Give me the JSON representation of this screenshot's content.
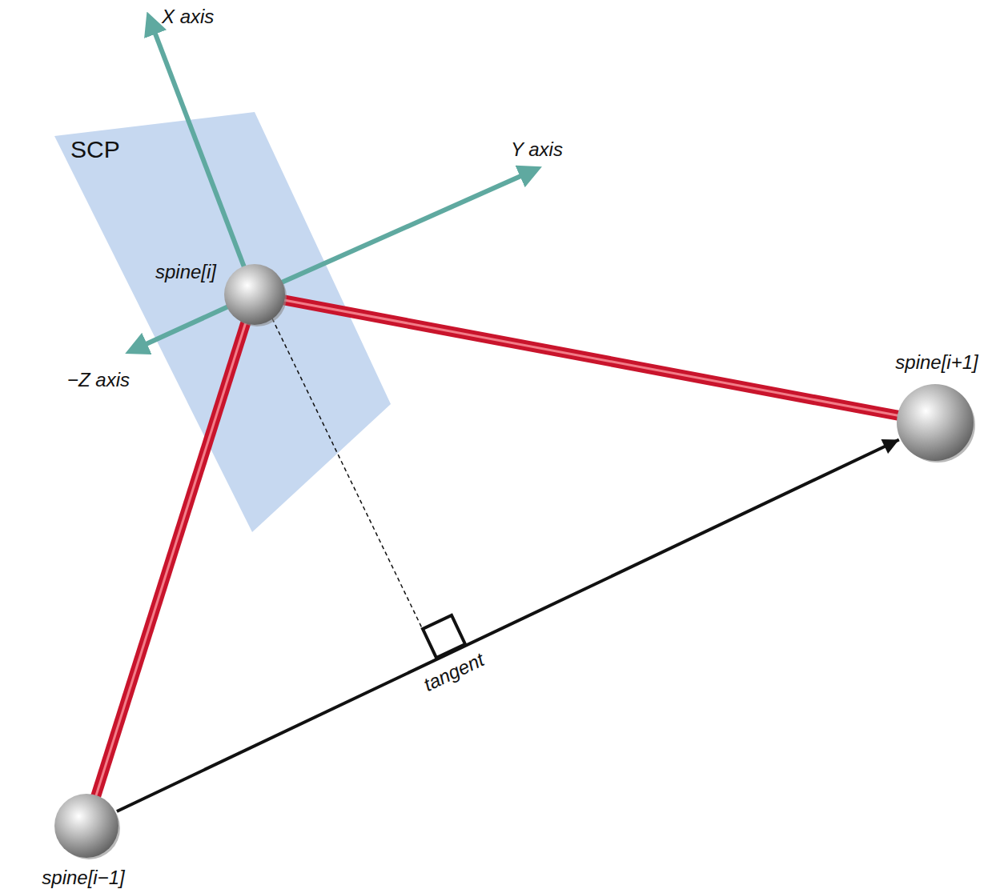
{
  "diagram": {
    "nodes": [
      {
        "text": [
          "spine[i]"
        ]
      },
      {
        "text": [
          "spine[i+1]"
        ]
      },
      {
        "text": [
          "spine[i−1]"
        ]
      }
    ],
    "edges": [
      {
        "from": 2,
        "to": 0,
        "arrow": "none"
      },
      {
        "from": 0,
        "to": 1,
        "arrow": "none"
      },
      {
        "from": 2,
        "to": 1,
        "label": "tangent",
        "arrow": "to"
      }
    ],
    "labels": [
      "SCP",
      "X axis",
      "Y axis",
      "−Z axis"
    ]
  }
}
